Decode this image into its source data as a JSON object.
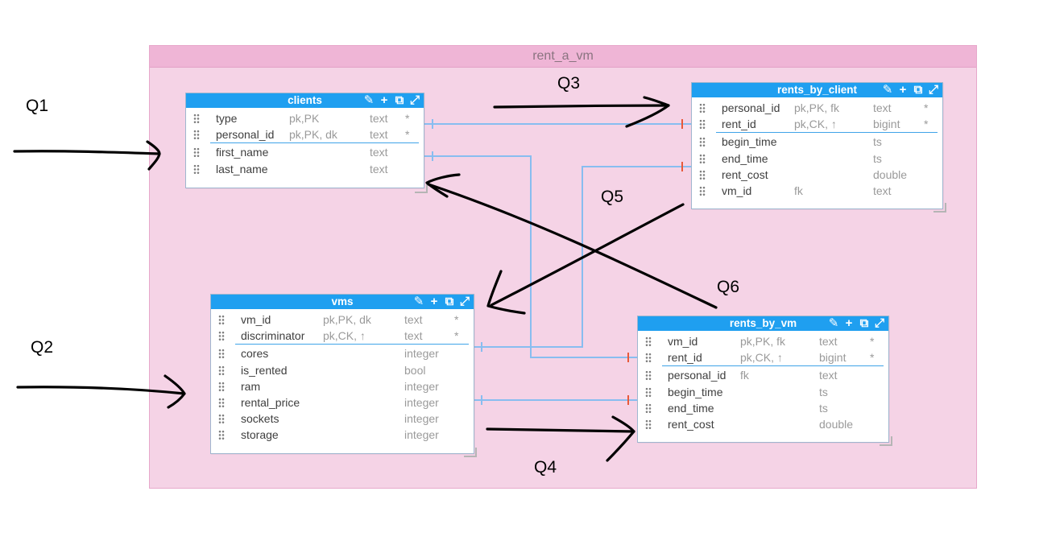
{
  "group": {
    "title": "rent_a_vm"
  },
  "annotations": [
    "Q1",
    "Q2",
    "Q3",
    "Q4",
    "Q5",
    "Q6"
  ],
  "tables": {
    "clients": {
      "title": "clients",
      "key_rows": [
        {
          "name": "type",
          "key": "pk,PK",
          "type": "text",
          "req": "*"
        },
        {
          "name": "personal_id",
          "key": "pk,PK, dk",
          "type": "text",
          "req": "*"
        }
      ],
      "rows": [
        {
          "name": "first_name",
          "key": "",
          "type": "text",
          "req": ""
        },
        {
          "name": "last_name",
          "key": "",
          "type": "text",
          "req": ""
        }
      ]
    },
    "rents_by_client": {
      "title": "rents_by_client",
      "key_rows": [
        {
          "name": "personal_id",
          "key": "pk,PK, fk",
          "type": "text",
          "req": "*"
        },
        {
          "name": "rent_id",
          "key": "pk,CK, ↑",
          "type": "bigint",
          "req": "*"
        }
      ],
      "rows": [
        {
          "name": "begin_time",
          "key": "",
          "type": "ts",
          "req": ""
        },
        {
          "name": "end_time",
          "key": "",
          "type": "ts",
          "req": ""
        },
        {
          "name": "rent_cost",
          "key": "",
          "type": "double",
          "req": ""
        },
        {
          "name": "vm_id",
          "key": "fk",
          "type": "text",
          "req": ""
        }
      ]
    },
    "vms": {
      "title": "vms",
      "key_rows": [
        {
          "name": "vm_id",
          "key": "pk,PK, dk",
          "type": "text",
          "req": "*"
        },
        {
          "name": "discriminator",
          "key": "pk,CK, ↑",
          "type": "text",
          "req": "*"
        }
      ],
      "rows": [
        {
          "name": "cores",
          "key": "",
          "type": "integer",
          "req": ""
        },
        {
          "name": "is_rented",
          "key": "",
          "type": "bool",
          "req": ""
        },
        {
          "name": "ram",
          "key": "",
          "type": "integer",
          "req": ""
        },
        {
          "name": "rental_price",
          "key": "",
          "type": "integer",
          "req": ""
        },
        {
          "name": "sockets",
          "key": "",
          "type": "integer",
          "req": ""
        },
        {
          "name": "storage",
          "key": "",
          "type": "integer",
          "req": ""
        }
      ]
    },
    "rents_by_vm": {
      "title": "rents_by_vm",
      "key_rows": [
        {
          "name": "vm_id",
          "key": "pk,PK, fk",
          "type": "text",
          "req": "*"
        },
        {
          "name": "rent_id",
          "key": "pk,CK, ↑",
          "type": "bigint",
          "req": "*"
        }
      ],
      "rows": [
        {
          "name": "personal_id",
          "key": "fk",
          "type": "text",
          "req": ""
        },
        {
          "name": "begin_time",
          "key": "",
          "type": "ts",
          "req": ""
        },
        {
          "name": "end_time",
          "key": "",
          "type": "ts",
          "req": ""
        },
        {
          "name": "rent_cost",
          "key": "",
          "type": "double",
          "req": ""
        }
      ]
    }
  },
  "header_icons": [
    "pin-icon",
    "plus-icon",
    "open-external-icon",
    "expand-icon"
  ],
  "colors": {
    "header": "#1f9ff0",
    "group_fill": "#f5d3e6",
    "group_header": "#efb5d6",
    "relation_line": "#88bdf0",
    "relation_marker": "#e8593a"
  }
}
